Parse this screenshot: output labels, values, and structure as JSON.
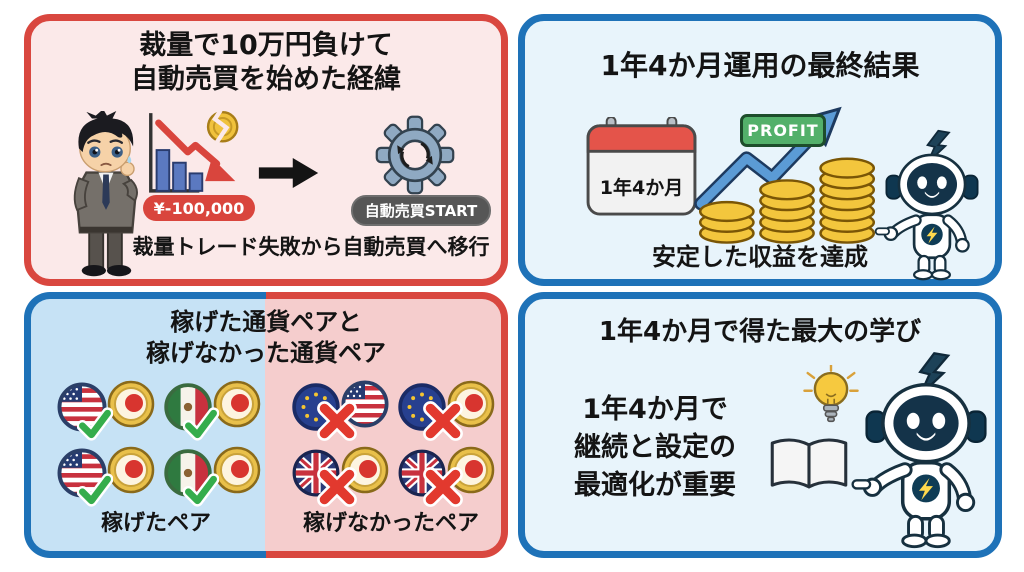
{
  "page": {
    "kind": "FX auto-trading infographic, 2x2 panels",
    "background": "#ffffff"
  },
  "colors": {
    "red_border": "#d9473f",
    "blue_border": "#1e72b8",
    "pink_bg": "#fbe9e9",
    "light_blue_bg": "#e8f4fb",
    "split_blue_bg": "#c6e2f5",
    "split_pink_bg": "#f5cdcd",
    "loss_badge_bg": "#d9453d",
    "start_badge_bg": "#565656",
    "profit_badge_bg": "#53b06a",
    "coin_gold": "#f3c63d",
    "check_green": "#35ad4c",
    "cross_red": "#e2392e"
  },
  "panels": {
    "origin": {
      "title_line1": "裁量で10万円負けて",
      "title_line2": "自動売買を始めた経緯",
      "loss_badge": "¥-100,000",
      "start_badge": "自動売買START",
      "caption": "裁量トレード失敗から自動売買へ移行",
      "icons": [
        "worried-trader-character",
        "declining-bar-chart",
        "broken-coin",
        "right-arrow",
        "automation-gear"
      ]
    },
    "results": {
      "title": "1年4か月運用の最終結果",
      "calendar_label": "1年4か月",
      "profit_badge": "PROFIT",
      "caption": "安定した収益を達成",
      "icons": [
        "calendar",
        "rising-arrow",
        "coin-stacks",
        "robot-mascot"
      ]
    },
    "pairs": {
      "title_line1": "稼げた通貨ペアと",
      "title_line2": "稼げなかった通貨ペア",
      "winning_label": "稼げたペア",
      "losing_label": "稼げなかったペア",
      "winning_pairs": [
        "USD/JPY",
        "MXN/JPY",
        "USD/JPY",
        "MXN/JPY"
      ],
      "losing_pairs": [
        "EUR/USD",
        "EUR/JPY",
        "GBP/JPY",
        "GBP/JPY"
      ],
      "icons": [
        "us-flag",
        "mexico-flag",
        "eu-flag",
        "uk-flag",
        "jpy-coin",
        "green-check",
        "red-cross"
      ]
    },
    "learning": {
      "title": "1年4か月で得た最大の学び",
      "body_line1": "1年4か月で",
      "body_line2": "継続と設定の",
      "body_line3": "最適化が重要",
      "icons": [
        "lightbulb",
        "open-book",
        "robot-mascot"
      ]
    }
  }
}
